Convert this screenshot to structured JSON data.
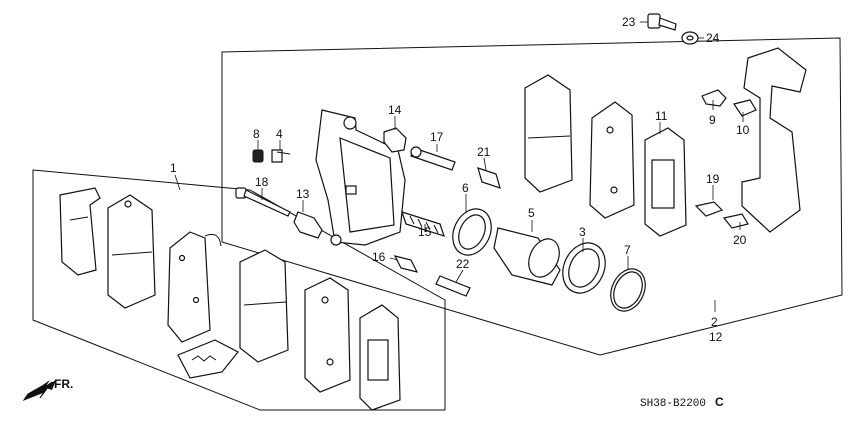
{
  "diagram": {
    "callouts": {
      "c1": "1",
      "c2": "2",
      "c3": "3",
      "c4": "4",
      "c5": "5",
      "c6": "6",
      "c7": "7",
      "c8": "8",
      "c9": "9",
      "c10": "10",
      "c11": "11",
      "c12": "12",
      "c13": "13",
      "c14": "14",
      "c15": "15",
      "c16": "16",
      "c17": "17",
      "c18": "18",
      "c19": "19",
      "c20": "20",
      "c21": "21",
      "c22": "22",
      "c23": "23",
      "c24": "24"
    },
    "direction_label": "FR.",
    "diagram_code": "SH38-B2200",
    "revision_mark": "C"
  }
}
